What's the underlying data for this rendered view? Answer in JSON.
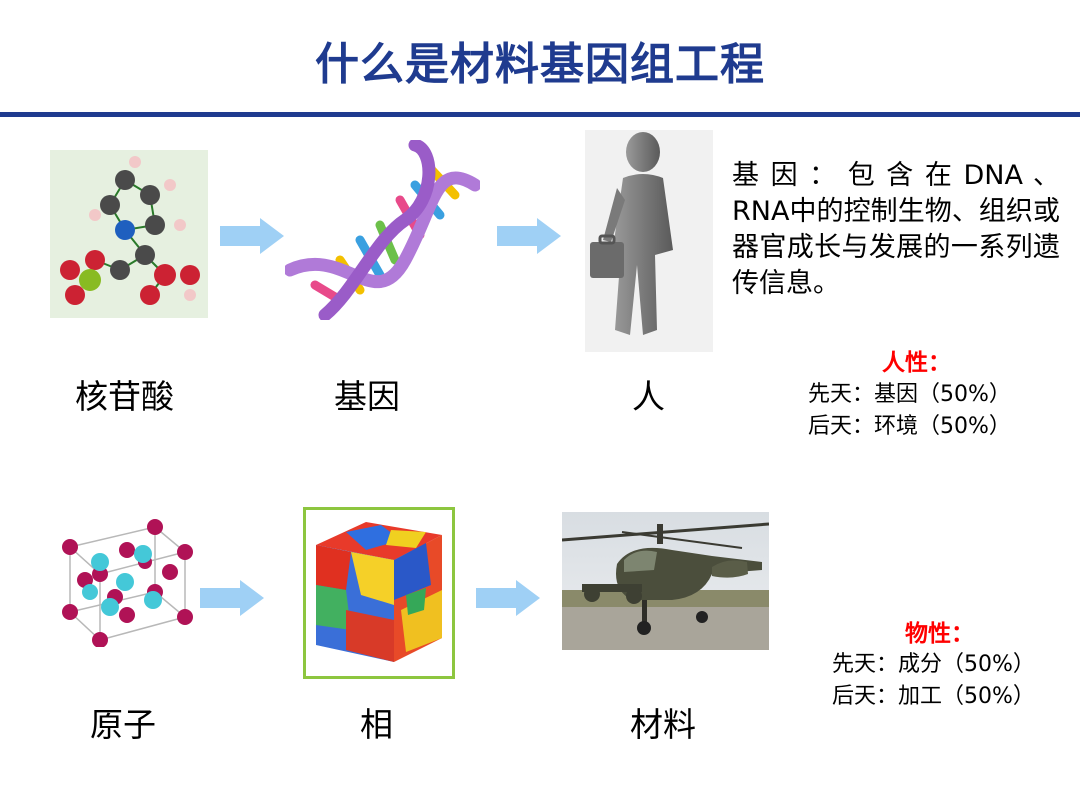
{
  "title": "什么是材料基因组工程",
  "colors": {
    "title": "#1f3b8f",
    "accent_red": "#ff0000",
    "arrow": "#9fd0f5",
    "frame": "#8dc63f"
  },
  "row1": {
    "labels": [
      "核苷酸",
      "基因",
      "人"
    ],
    "description": "基 因 ： 包 含 在 DNA 、 RNA中的控制生物、组织或器官成长与发展的一系列遗传信息。",
    "note": {
      "title": "人性：",
      "lines": [
        "先天：基因（50%）",
        "后天：环境（50%）"
      ]
    }
  },
  "row2": {
    "labels": [
      "原子",
      "相",
      "材料"
    ],
    "note": {
      "title": "物性：",
      "lines": [
        "先天：成分（50%）",
        "后天：加工（50%）"
      ]
    }
  },
  "icons": [
    "nucleotide-molecule-image",
    "dna-helix-image",
    "person-with-briefcase-image",
    "atom-lattice-image",
    "phase-grain-cube-image",
    "helicopter-photo",
    "arrow-right-icon"
  ]
}
